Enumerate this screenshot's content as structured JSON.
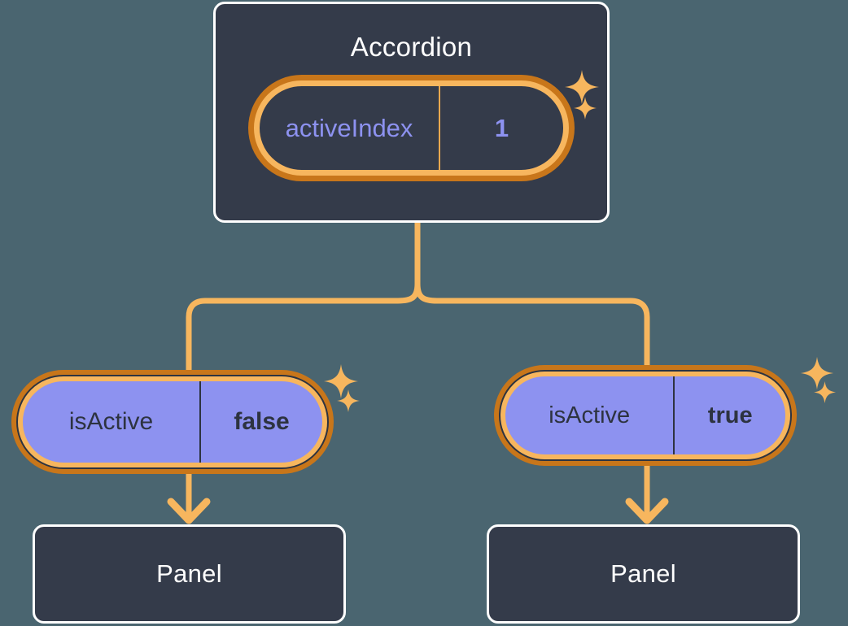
{
  "diagram": {
    "type": "component-tree",
    "background_color": "#4a6570",
    "accent_color": "#f7b65e",
    "accent_dark_color": "#c8761a",
    "prop_value_color": "#8d92f0",
    "node_fill_color": "#343b4a"
  },
  "root": {
    "title": "Accordion",
    "prop": {
      "key": "activeIndex",
      "value": "1"
    },
    "sparkles": [
      "sparkle-large",
      "sparkle-small"
    ]
  },
  "children": [
    {
      "prop": {
        "key": "isActive",
        "value": "false"
      },
      "panel_title": "Panel",
      "sparkles": [
        "sparkle-large",
        "sparkle-small"
      ]
    },
    {
      "prop": {
        "key": "isActive",
        "value": "true"
      },
      "panel_title": "Panel",
      "sparkles": [
        "sparkle-large",
        "sparkle-small"
      ]
    }
  ]
}
